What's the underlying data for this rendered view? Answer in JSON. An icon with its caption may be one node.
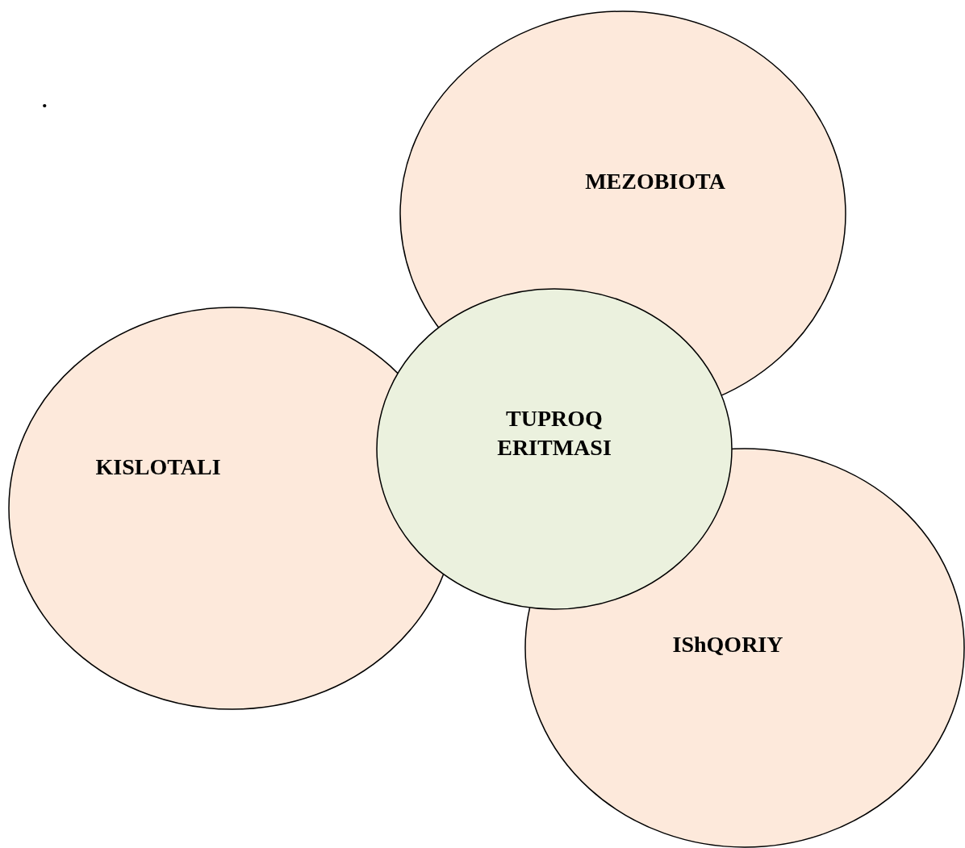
{
  "diagram": {
    "nodes": [
      {
        "text": [
          "MEZOBIOTA"
        ]
      },
      {
        "text": [
          "TUPROQ ERITMASI"
        ]
      },
      {
        "text": [
          "KISLOTALI"
        ]
      },
      {
        "text": [
          "IShQORIY"
        ]
      }
    ],
    "labels": [
      "."
    ]
  }
}
